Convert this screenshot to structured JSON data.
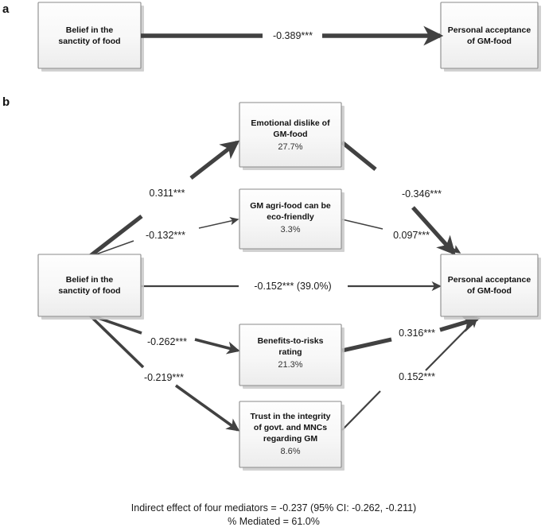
{
  "figure": {
    "panels": [
      {
        "letter": "a"
      },
      {
        "letter": "b"
      }
    ]
  },
  "panel_a": {
    "letter": "a",
    "nodes": {
      "predictor": {
        "line1": "Belief in the",
        "line2": "sanctity of food"
      },
      "outcome": {
        "line1": "Personal acceptance",
        "line2": "of GM-food"
      }
    },
    "edges": {
      "total_effect": {
        "label": "-0.389***",
        "value": -0.389,
        "significance": "***"
      }
    }
  },
  "panel_b": {
    "letter": "b",
    "nodes": {
      "predictor": {
        "line1": "Belief in the",
        "line2": "sanctity of food"
      },
      "outcome": {
        "line1": "Personal acceptance",
        "line2": "of GM-food"
      },
      "mediator1": {
        "line1": "Emotional dislike of",
        "line2": "GM-food",
        "pct": "27.7%"
      },
      "mediator2": {
        "line1": "GM agri-food can be",
        "line2": "eco-friendly",
        "pct": "3.3%"
      },
      "mediator3": {
        "line1": "Benefits-to-risks",
        "line2": "rating",
        "pct": "21.3%"
      },
      "mediator4": {
        "line1": "Trust in the integrity",
        "line2": "of govt. and MNCs",
        "line3": "regarding GM",
        "pct": "8.6%"
      }
    },
    "edges": {
      "a1": {
        "label": "0.311***",
        "value": 0.311,
        "significance": "***"
      },
      "a2": {
        "label": "-0.132***",
        "value": -0.132,
        "significance": "***"
      },
      "a3": {
        "label": "-0.262***",
        "value": -0.262,
        "significance": "***"
      },
      "a4": {
        "label": "-0.219***",
        "value": -0.219,
        "significance": "***"
      },
      "b1": {
        "label": "-0.346***",
        "value": -0.346,
        "significance": "***"
      },
      "b2": {
        "label": "0.097***",
        "value": 0.097,
        "significance": "***"
      },
      "b3": {
        "label": "0.316***",
        "value": 0.316,
        "significance": "***"
      },
      "b4": {
        "label": "0.152***",
        "value": 0.152,
        "significance": "***"
      },
      "direct": {
        "label": "-0.152*** (39.0%)",
        "value": -0.152,
        "significance": "***",
        "pct": "39.0%"
      }
    }
  },
  "caption": {
    "line1": "Indirect effect of four mediators = -0.237 (95% CI: -0.262, -0.211)",
    "line2": "% Mediated = 61.0%"
  }
}
